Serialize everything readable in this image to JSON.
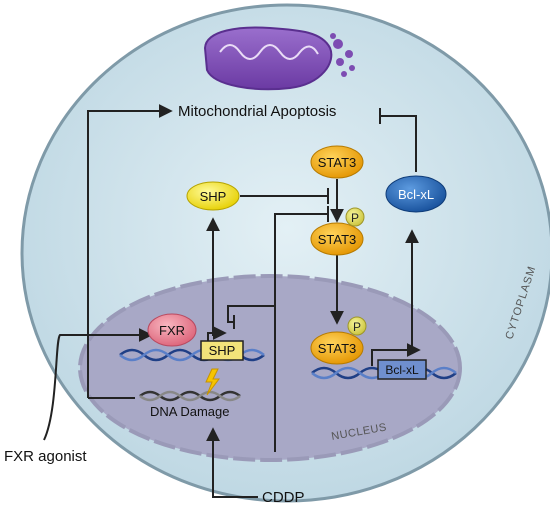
{
  "labels": {
    "mito_apoptosis": "Mitochondrial Apoptosis",
    "dna_damage": "DNA Damage",
    "cytoplasm": "CYTOPLASM",
    "nucleus": "NUCLEUS",
    "fxr_agonist": "FXR agonist",
    "cddp": "CDDP"
  },
  "nodes": {
    "stat3_cytoplasm": "STAT3",
    "stat3_phospho_cytoplasm": "STAT3",
    "stat3_phospho_nucleus": "STAT3",
    "phospho_mark_1": "P",
    "phospho_mark_2": "P",
    "shp_protein": "SHP",
    "bclxl_protein": "Bcl-xL",
    "fxr": "FXR",
    "shp_gene": "SHP",
    "bclxl_gene": "Bcl-xL"
  },
  "colors": {
    "cell_fill": "#cfe3ec",
    "cell_stroke": "#7f9aa8",
    "nucleus_fill": "#a9a9c8",
    "stat3": "#f0a500",
    "shp": "#f3e200",
    "bclxl": "#1c62b8",
    "fxr": "#e77a8e",
    "mitochondrion": "#7d4cb2"
  }
}
